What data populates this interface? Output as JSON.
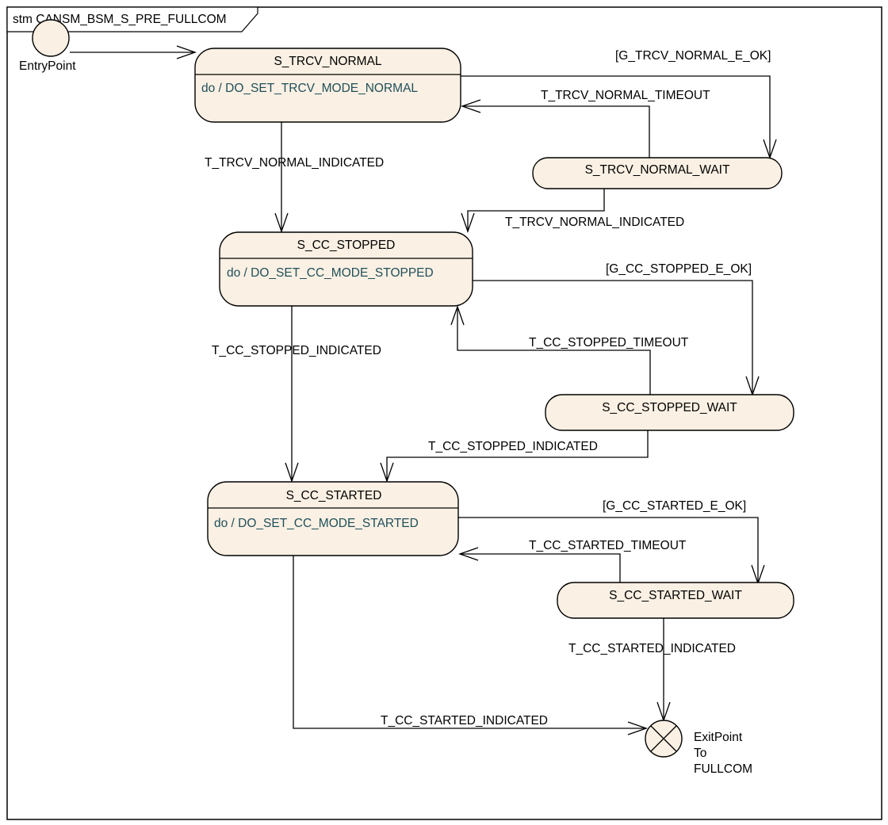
{
  "frame": {
    "title": "stm CANSM_BSM_S_PRE_FULLCOM"
  },
  "entry": {
    "label": "EntryPoint"
  },
  "exit": {
    "label_lines": [
      "ExitPoint",
      "To",
      "FULLCOM"
    ]
  },
  "states": {
    "trcv_normal": {
      "name": "S_TRCV_NORMAL",
      "activity": "do / DO_SET_TRCV_MODE_NORMAL"
    },
    "trcv_normal_wait": {
      "name": "S_TRCV_NORMAL_WAIT"
    },
    "cc_stopped": {
      "name": "S_CC_STOPPED",
      "activity": "do / DO_SET_CC_MODE_STOPPED"
    },
    "cc_stopped_wait": {
      "name": "S_CC_STOPPED_WAIT"
    },
    "cc_started": {
      "name": "S_CC_STARTED",
      "activity": "do / DO_SET_CC_MODE_STARTED"
    },
    "cc_started_wait": {
      "name": "S_CC_STARTED_WAIT"
    }
  },
  "transitions": {
    "g_trcv_normal_e_ok": "[G_TRCV_NORMAL_E_OK]",
    "t_trcv_normal_timeout": "T_TRCV_NORMAL_TIMEOUT",
    "t_trcv_normal_indicated": "T_TRCV_NORMAL_INDICATED",
    "t_trcv_normal_indicated_wait": "T_TRCV_NORMAL_INDICATED",
    "g_cc_stopped_e_ok": "[G_CC_STOPPED_E_OK]",
    "t_cc_stopped_timeout": "T_CC_STOPPED_TIMEOUT",
    "t_cc_stopped_indicated": "T_CC_STOPPED_INDICATED",
    "t_cc_stopped_indicated_wait": "T_CC_STOPPED_INDICATED",
    "g_cc_started_e_ok": "[G_CC_STARTED_E_OK]",
    "t_cc_started_timeout": "T_CC_STARTED_TIMEOUT",
    "t_cc_started_indicated_wait": "T_CC_STARTED_INDICATED",
    "t_cc_started_indicated": "T_CC_STARTED_INDICATED"
  }
}
